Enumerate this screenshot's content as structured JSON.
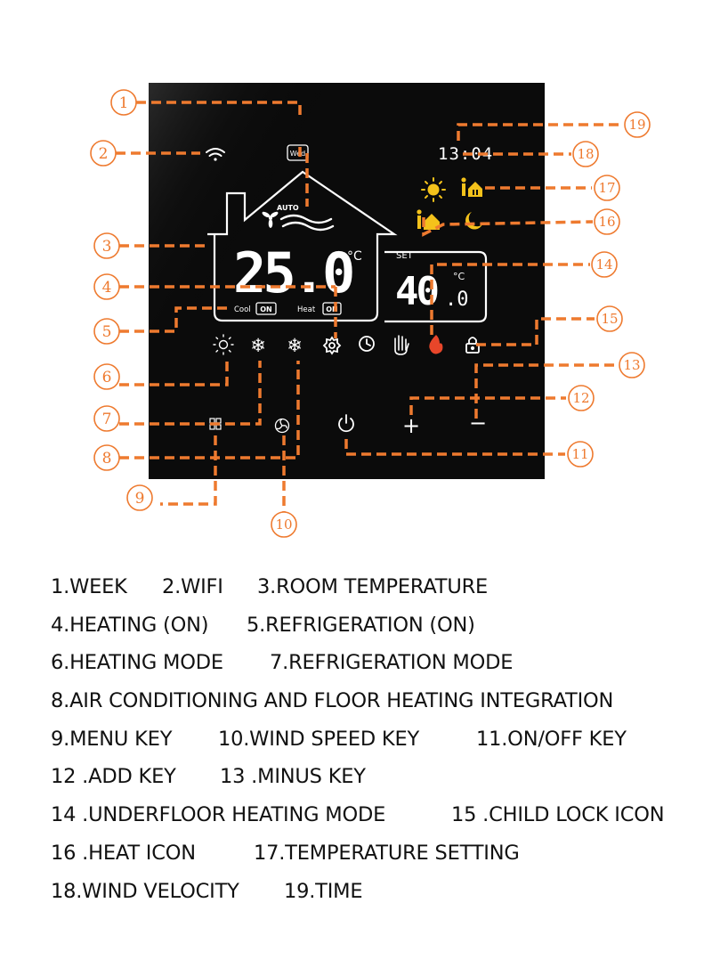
{
  "colors": {
    "accent": "#ee7a2f",
    "panel": "#0b0b0b",
    "lcd": "#ffffff",
    "sun": "#f4c21b",
    "flame": "#e8462a"
  },
  "device": {
    "day": "Wed",
    "time": "13:04",
    "mode": "AUTO",
    "room_temp": "25.0",
    "room_unit": "°C",
    "set_label": "SET",
    "set_temp_int": "40",
    "set_temp_dec": ".0",
    "set_unit": "°C",
    "cool_label": "Cool",
    "cool_state": "ON",
    "heat_label": "Heat",
    "heat_state": "ON",
    "plus_key": "+",
    "minus_key": "−"
  },
  "icons": {
    "wifi": "wifi-icon",
    "sun_brightness": "sun-brightness-icon",
    "snowflake_a": "snowflake-icon",
    "snowflake_b": "snowflake-icon",
    "gear": "gear-icon",
    "clock": "clock-icon",
    "hand": "hand-icon",
    "flame": "flame-icon",
    "lock": "lock-icon",
    "menu": "menu-grid-icon",
    "fan": "fan-icon",
    "power": "power-icon",
    "sun": "sun-icon",
    "person_home": "person-home-icon",
    "person_out": "person-out-icon",
    "moon": "moon-icon"
  },
  "callouts": [
    "1",
    "2",
    "3",
    "4",
    "5",
    "6",
    "7",
    "8",
    "9",
    "10",
    "11",
    "12",
    "13",
    "14",
    "15",
    "16",
    "17",
    "18",
    "19"
  ],
  "legend": [
    [
      "1.WEEK",
      "2.WIFI",
      "3.ROOM TEMPERATURE"
    ],
    [
      "4.HEATING (ON)",
      "5.REFRIGERATION (ON)"
    ],
    [
      "6.HEATING MODE",
      "7.REFRIGERATION MODE"
    ],
    [
      "8.AIR CONDITIONING AND  FLOOR HEATING INTEGRATION"
    ],
    [
      "9.MENU KEY",
      "10.WIND SPEED KEY",
      "11.ON/OFF KEY"
    ],
    [
      "12 .ADD KEY",
      "13 .MINUS KEY"
    ],
    [
      "14 .UNDERFLOOR HEATING MODE",
      "15 .CHILD LOCK ICON"
    ],
    [
      "16 .HEAT ICON",
      "17.TEMPERATURE SETTING"
    ],
    [
      "18.WIND VELOCITY",
      "19.TIME"
    ]
  ]
}
